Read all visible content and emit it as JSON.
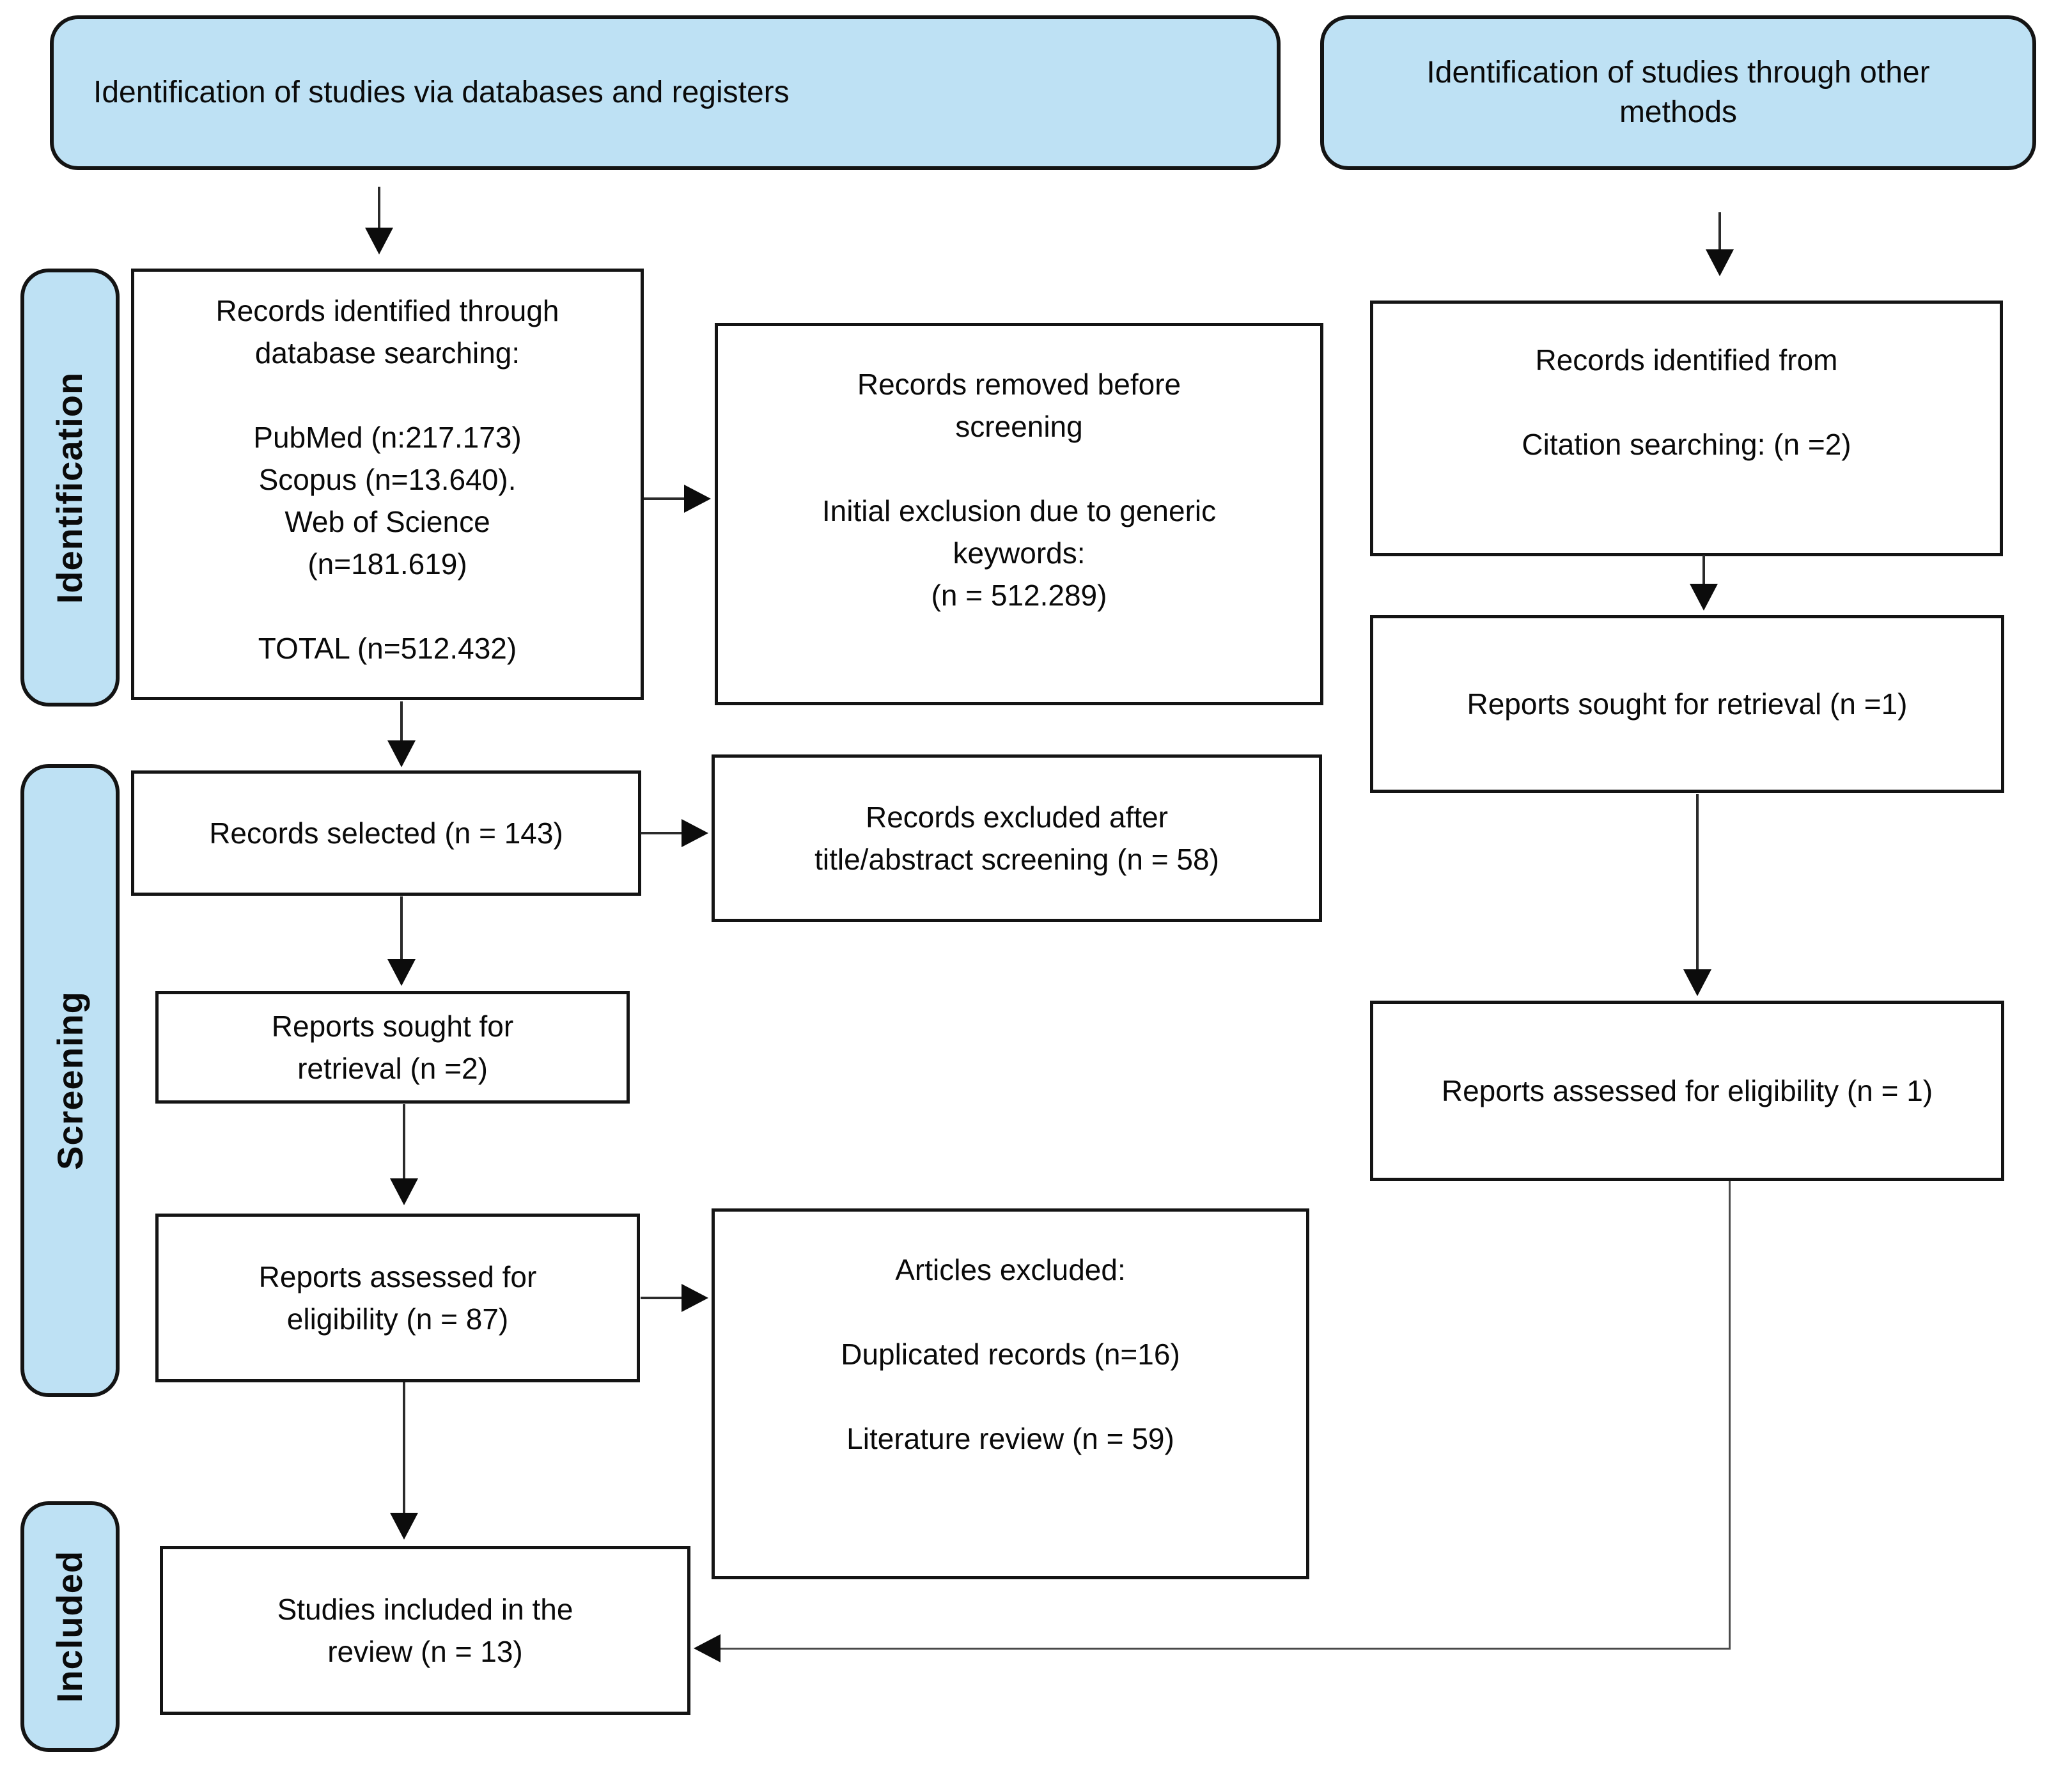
{
  "headers": {
    "databases_registers": "Identification of studies via databases and registers",
    "other_methods": "Identification of studies through other\nmethods"
  },
  "sidebar": {
    "identification": "Identification",
    "screening": "Screening",
    "included": "Included"
  },
  "boxes": {
    "db_records": "Records identified through\ndatabase searching:\n\nPubMed (n:217.173)\nScopus (n=13.640).\nWeb of Science\n(n=181.619)\n\nTOTAL (n=512.432)",
    "removed_before_screening": "Records removed before\nscreening\n\nInitial exclusion due to generic\nkeywords:\n(n = 512.289)",
    "records_selected": "Records selected (n = 143)",
    "excluded_title_abstract": "Records excluded after\ntitle/abstract screening (n = 58)",
    "reports_sought_left": "Reports sought for\nretrieval (n =2)",
    "reports_assessed_left": "Reports assessed for\neligibility (n = 87)",
    "articles_excluded": "Articles excluded:\n\nDuplicated records (n=16)\n\nLiterature review (n = 59)",
    "studies_included": "Studies included in the\nreview (n = 13)",
    "citation_records": "Records identified from\n\nCitation searching: (n =2)",
    "reports_sought_right": "Reports sought for retrieval (n =1)",
    "reports_assessed_right": "Reports assessed for eligibility (n = 1)"
  },
  "colors": {
    "box_fill": "#BEE1F4",
    "border": "#141414",
    "line": "#2b2b2b"
  }
}
